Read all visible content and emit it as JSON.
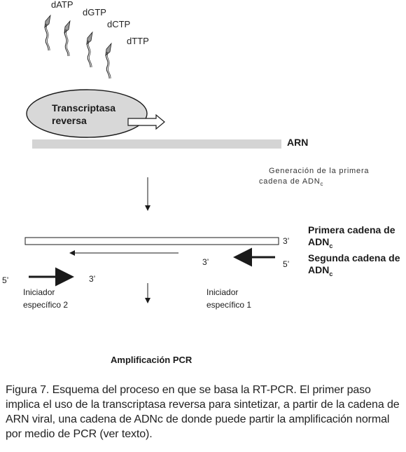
{
  "nucleotides": [
    "dATP",
    "dGTP",
    "dCTP",
    "dTTP"
  ],
  "enzyme": {
    "line1": "Transcriptasa",
    "line2": "reversa"
  },
  "arn_label": "ARN",
  "generation": {
    "line1": "Generación de la primera",
    "line2_main": "cadena de ADN",
    "line2_sub": "c"
  },
  "strand1": {
    "three_prime": "3’",
    "label_line1": "Primera cadena de",
    "label_main": "ADN",
    "label_sub": "c"
  },
  "strand2": {
    "three_prime": "3’",
    "five_prime": "5’",
    "label_line1": "Segunda cadena de",
    "label_main": "ADN",
    "label_sub": "c"
  },
  "primer2": {
    "five_prime": "5’",
    "three_prime": "3’",
    "line1": "Iniciador",
    "line2": "específico 2"
  },
  "primer1": {
    "line1": "Iniciador",
    "line2": "específico 1"
  },
  "amplification": "Amplificación PCR",
  "caption": "Figura 7. Esquema del proceso en que se basa la  RT-PCR. El primer paso implica el uso de la transcriptasa reversa para sintetizar, a partir de la cadena de ARN viral, una cadena de ADNc de donde puede partir la amplificación normal por medio de PCR  (ver texto).",
  "colors": {
    "rna_bar": "#d4d4d4",
    "enzyme_fill": "#d8d8d8",
    "nucleotide_head": "#9a9a9a"
  }
}
